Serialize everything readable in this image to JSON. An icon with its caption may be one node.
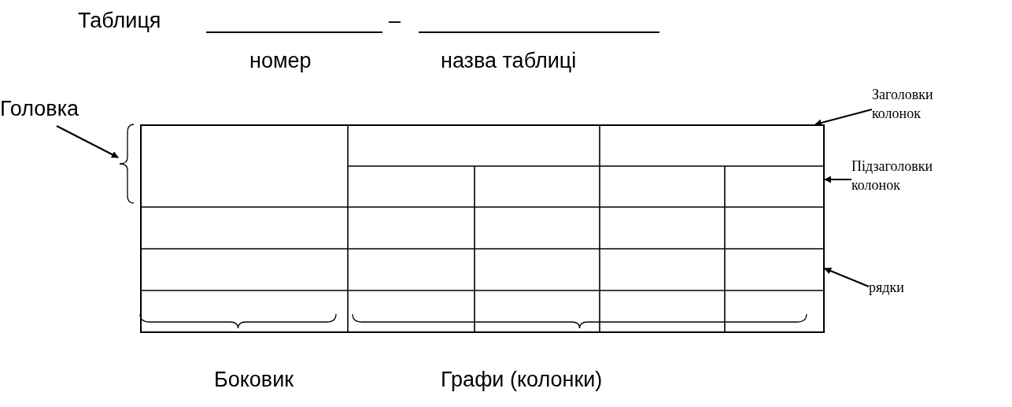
{
  "diagram": {
    "title": "Таблиця",
    "nodes": [
      {
        "text": [
          "Головка"
        ]
      },
      {
        "text": [],
        "shape": "brace"
      },
      {
        "text": [
          "Заголовки колонок"
        ]
      },
      {
        "text": [
          "Підзаголовки колонок"
        ]
      },
      {
        "text": [
          "рядки"
        ]
      },
      {
        "text": [],
        "shape": "table"
      }
    ],
    "edges": [
      {
        "from": 0,
        "to": 1,
        "arrow": "to"
      },
      {
        "from": 2,
        "to": 5,
        "arrow": "to"
      },
      {
        "from": 3,
        "to": 5,
        "arrow": "to"
      },
      {
        "from": 4,
        "to": 5,
        "arrow": "to"
      }
    ],
    "labels": [
      "–",
      "номер",
      "назва таблиці",
      "Боковик",
      "Графи (колонки)"
    ]
  }
}
